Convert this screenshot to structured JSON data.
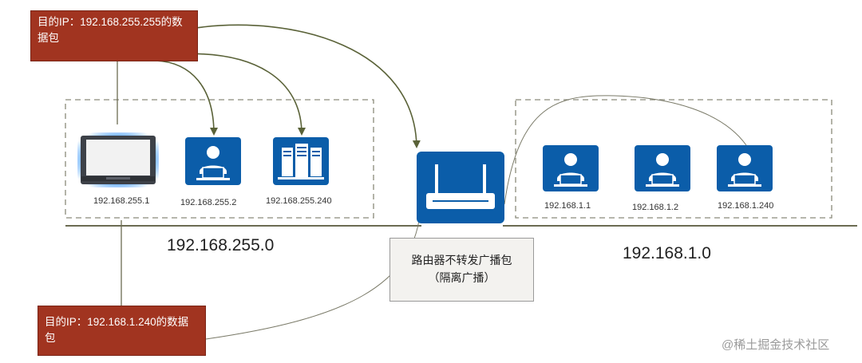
{
  "callouts": {
    "top_packet": "目的IP：192.168.255.255的数据包",
    "bottom_packet": "目的IP：192.168.1.240的数据包"
  },
  "router_note": {
    "line1": "路由器不转发广播包",
    "line2": "（隔离广播）"
  },
  "left_network": {
    "label": "192.168.255.0",
    "hosts": [
      "192.168.255.1",
      "192.168.255.2",
      "192.168.255.240"
    ]
  },
  "right_network": {
    "label": "192.168.1.0",
    "hosts": [
      "192.168.1.1",
      "192.168.1.2",
      "192.168.1.240"
    ]
  },
  "watermark": "@稀土掘金技术社区",
  "colors": {
    "callout": "#a13420",
    "device_blue": "#0b5da9",
    "arrow": "#5a6238",
    "dashed_box": "#8a8a7a"
  },
  "icons": {
    "laptop": "laptop-icon",
    "user": "user-workstation-icon",
    "server": "server-icon",
    "router": "router-icon"
  }
}
